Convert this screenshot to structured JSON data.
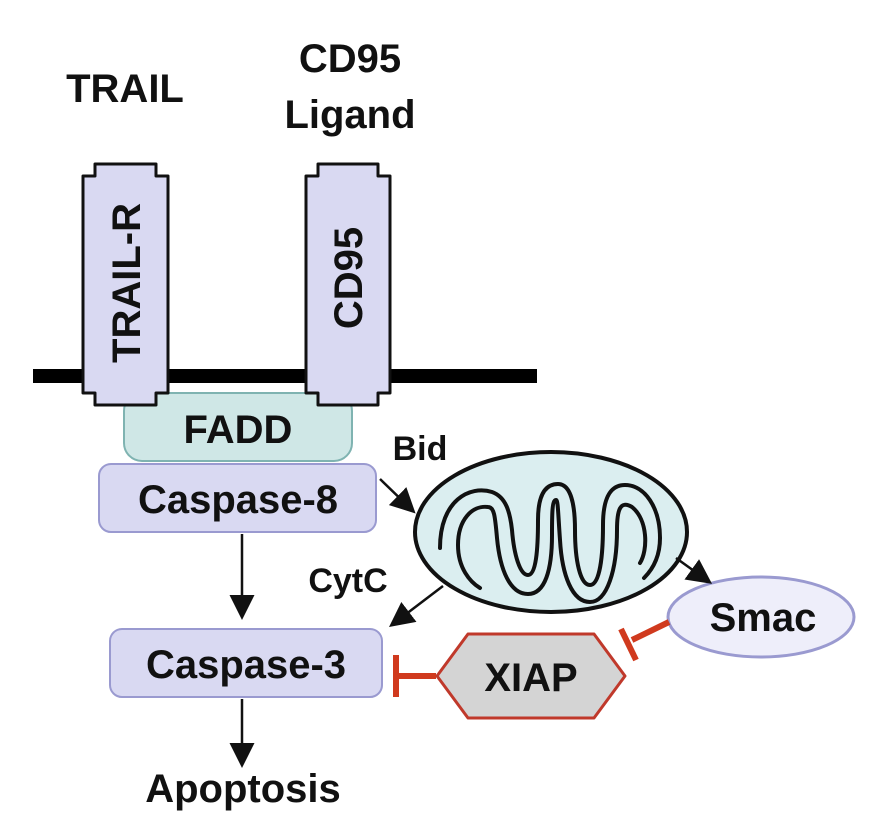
{
  "ligands": {
    "trail": "TRAIL",
    "cd95_line1": "CD95",
    "cd95_line2": "Ligand"
  },
  "receptors": {
    "trail_r": "TRAIL-R",
    "cd95": "CD95"
  },
  "nodes": {
    "fadd": "FADD",
    "caspase8": "Caspase-8",
    "caspase3": "Caspase-3",
    "xiap": "XIAP",
    "smac": "Smac",
    "apoptosis": "Apoptosis"
  },
  "edge_labels": {
    "bid": "Bid",
    "cytc": "CytC"
  },
  "colors": {
    "receptor_fill": "#d9d9f2",
    "fadd_fill": "#cfe7e6",
    "caspase_fill": "#d9d9f2",
    "xiap_fill": "#d4d4d4",
    "xiap_border": "#c0392b",
    "inhibition": "#d03a1e",
    "mito_fill": "#dbeef0",
    "membrane": "#000000"
  }
}
